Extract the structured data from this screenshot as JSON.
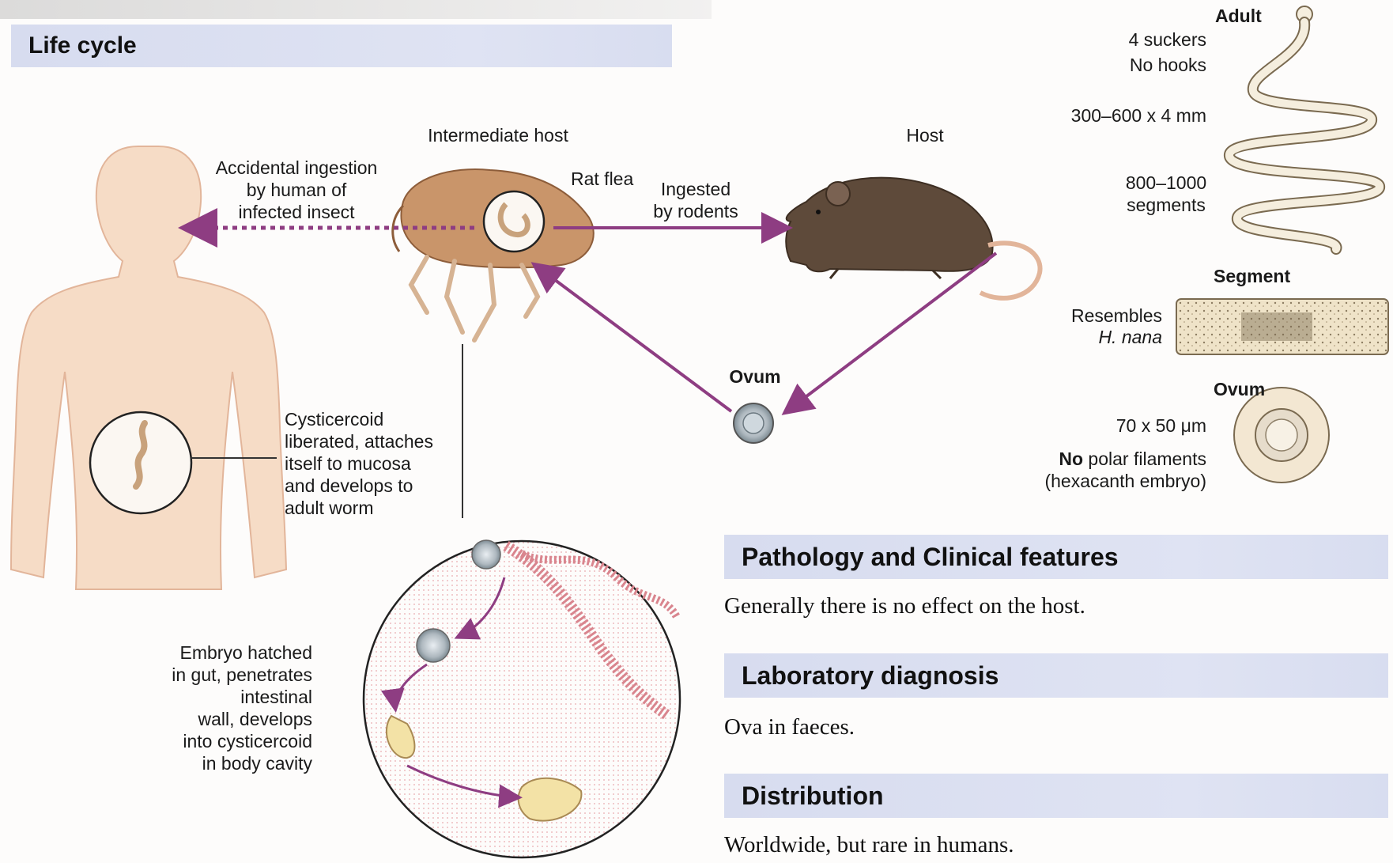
{
  "sections": {
    "life_cycle": "Life cycle",
    "pathology": "Pathology and Clinical features",
    "pathology_text": "Generally there is no effect on the host.",
    "lab": "Laboratory diagnosis",
    "lab_text": "Ova in faeces.",
    "distribution": "Distribution",
    "distribution_text": "Worldwide, but rare in humans."
  },
  "diagram": {
    "intermediate_host": "Intermediate host",
    "rat_flea": "Rat flea",
    "host": "Host",
    "accidental_ingestion": "Accidental ingestion\nby human of\ninfected insect",
    "ingested_by_rodents": "Ingested\nby rodents",
    "ovum": "Ovum",
    "cysticercoid": "Cysticercoid\nliberated, attaches\nitself to mucosa\nand develops to\nadult worm",
    "embryo": "Embryo hatched\nin gut, penetrates\nintestinal\nwall, develops\ninto cysticercoid\nin body cavity"
  },
  "morphology": {
    "adult_title": "Adult",
    "suckers": "4 suckers",
    "hooks": "No hooks",
    "size": "300–600 x 4 mm",
    "segments": "800–1000\nsegments",
    "segment_title": "Segment",
    "resembles": "Resembles",
    "h_nana": "H. nana",
    "ovum_title": "Ovum",
    "ovum_size": "70 x 50 μm",
    "no_word": "No",
    "polar": " polar filaments",
    "hexacanth": "(hexacanth embryo)"
  },
  "colors": {
    "arrow": "#8e3d82",
    "header_bg": "#dadff1",
    "flea": "#c9956a",
    "rat": "#5e4a3a",
    "skin": "#f6dcc6"
  }
}
